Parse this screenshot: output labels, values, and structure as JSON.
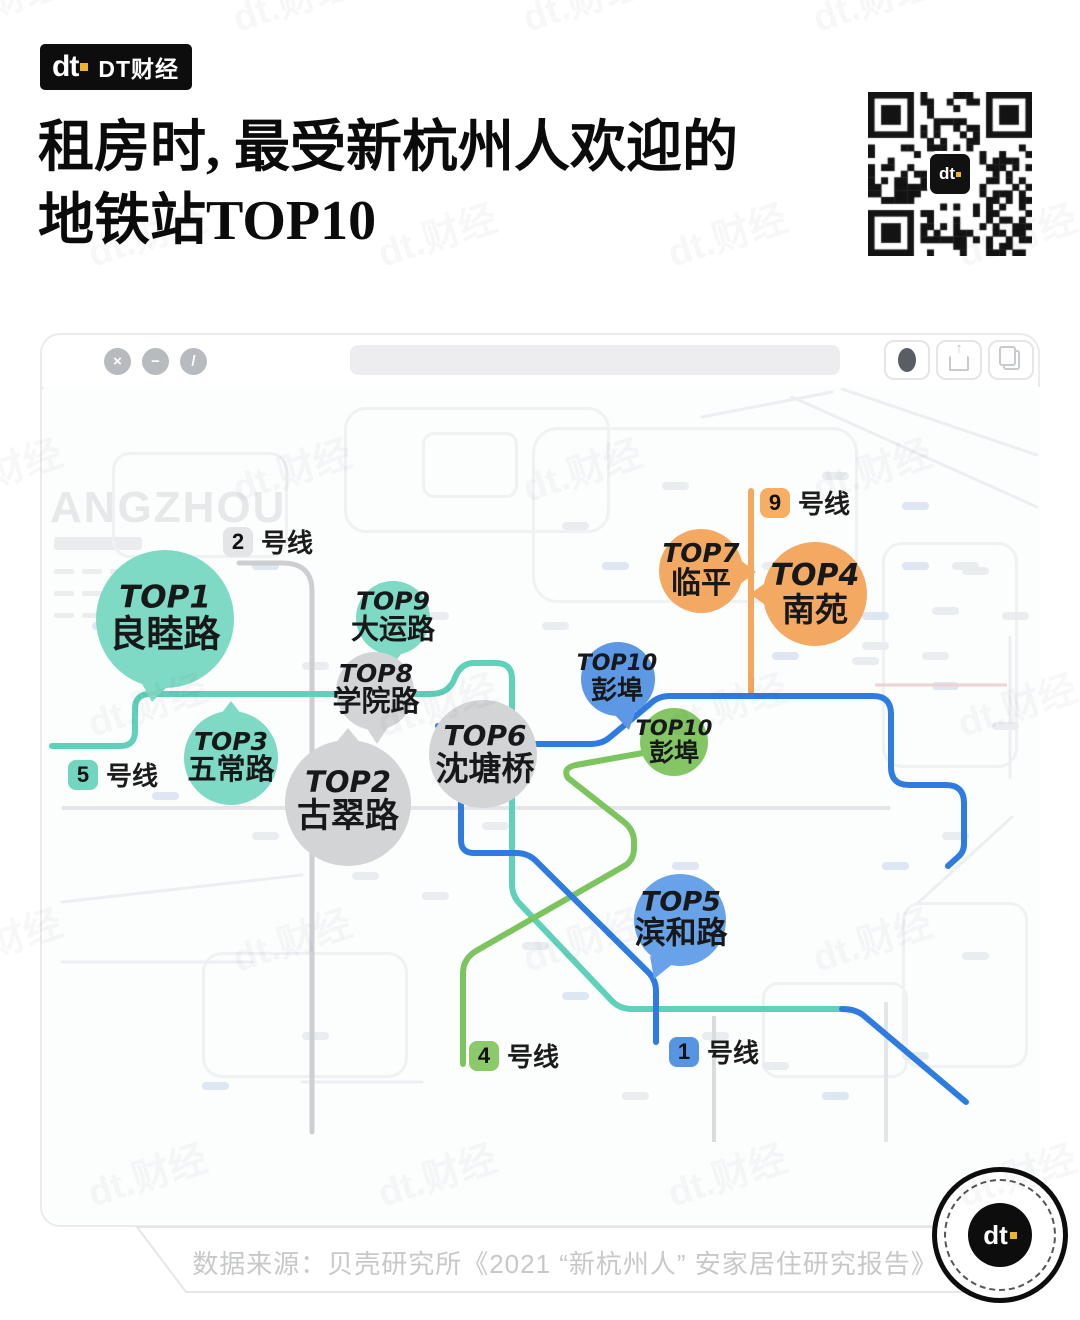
{
  "header": {
    "logo_glyph": "dt",
    "logo_brand": "DT财经",
    "title_line1": "租房时, 最受新杭州人欢迎的",
    "title_line2": "地铁站TOP10"
  },
  "browser": {
    "close_glyph": "×",
    "minimize_glyph": "−",
    "block_glyph": "/"
  },
  "map": {
    "city_watermark": "ANGZHOU",
    "watermark": "dt.财经",
    "lines": {
      "l1": {
        "number": "1",
        "suffix": "号线",
        "line_color": "#2e7ce0",
        "badge_bg": "#5695e2"
      },
      "l2": {
        "number": "2",
        "suffix": "号线",
        "line_color": "#ccced2",
        "badge_bg": "#e4e5e7"
      },
      "l4": {
        "number": "4",
        "suffix": "号线",
        "line_color": "#7cc45e",
        "badge_bg": "#8cca69"
      },
      "l5": {
        "number": "5",
        "suffix": "号线",
        "line_color": "#5fd0b9",
        "badge_bg": "#72d5bf"
      },
      "l9": {
        "number": "9",
        "suffix": "号线",
        "line_color": "#f3a85e",
        "badge_bg": "#f5ae64"
      }
    },
    "stations": [
      {
        "rank": "TOP1",
        "name": "良睦路",
        "bubble_color": "#7ed9c5"
      },
      {
        "rank": "TOP2",
        "name": "古翠路",
        "bubble_color": "#d3d4d6"
      },
      {
        "rank": "TOP3",
        "name": "五常路",
        "bubble_color": "#7ed9c5"
      },
      {
        "rank": "TOP4",
        "name": "南苑",
        "bubble_color": "#f3a961"
      },
      {
        "rank": "TOP5",
        "name": "滨和路",
        "bubble_color": "#68a2e8"
      },
      {
        "rank": "TOP6",
        "name": "沈塘桥",
        "bubble_color": "#d3d4d6"
      },
      {
        "rank": "TOP7",
        "name": "临平",
        "bubble_color": "#f3a961"
      },
      {
        "rank": "TOP8",
        "name": "学院路",
        "bubble_color": "#d3d4d6"
      },
      {
        "rank": "TOP9",
        "name": "大运路",
        "bubble_color": "#7ed9c5"
      },
      {
        "rank": "TOP10",
        "name": "彭埠",
        "bubble_color": "#5d98e4"
      },
      {
        "rank": "TOP10",
        "name": "彭埠",
        "bubble_color": "#83c663"
      }
    ]
  },
  "qr": {
    "center_glyph": "dt"
  },
  "stamp": {
    "glyph": "dt"
  },
  "footer": {
    "source": "数据来源：贝壳研究所《2021 “新杭州人” 安家居住研究报告》"
  }
}
